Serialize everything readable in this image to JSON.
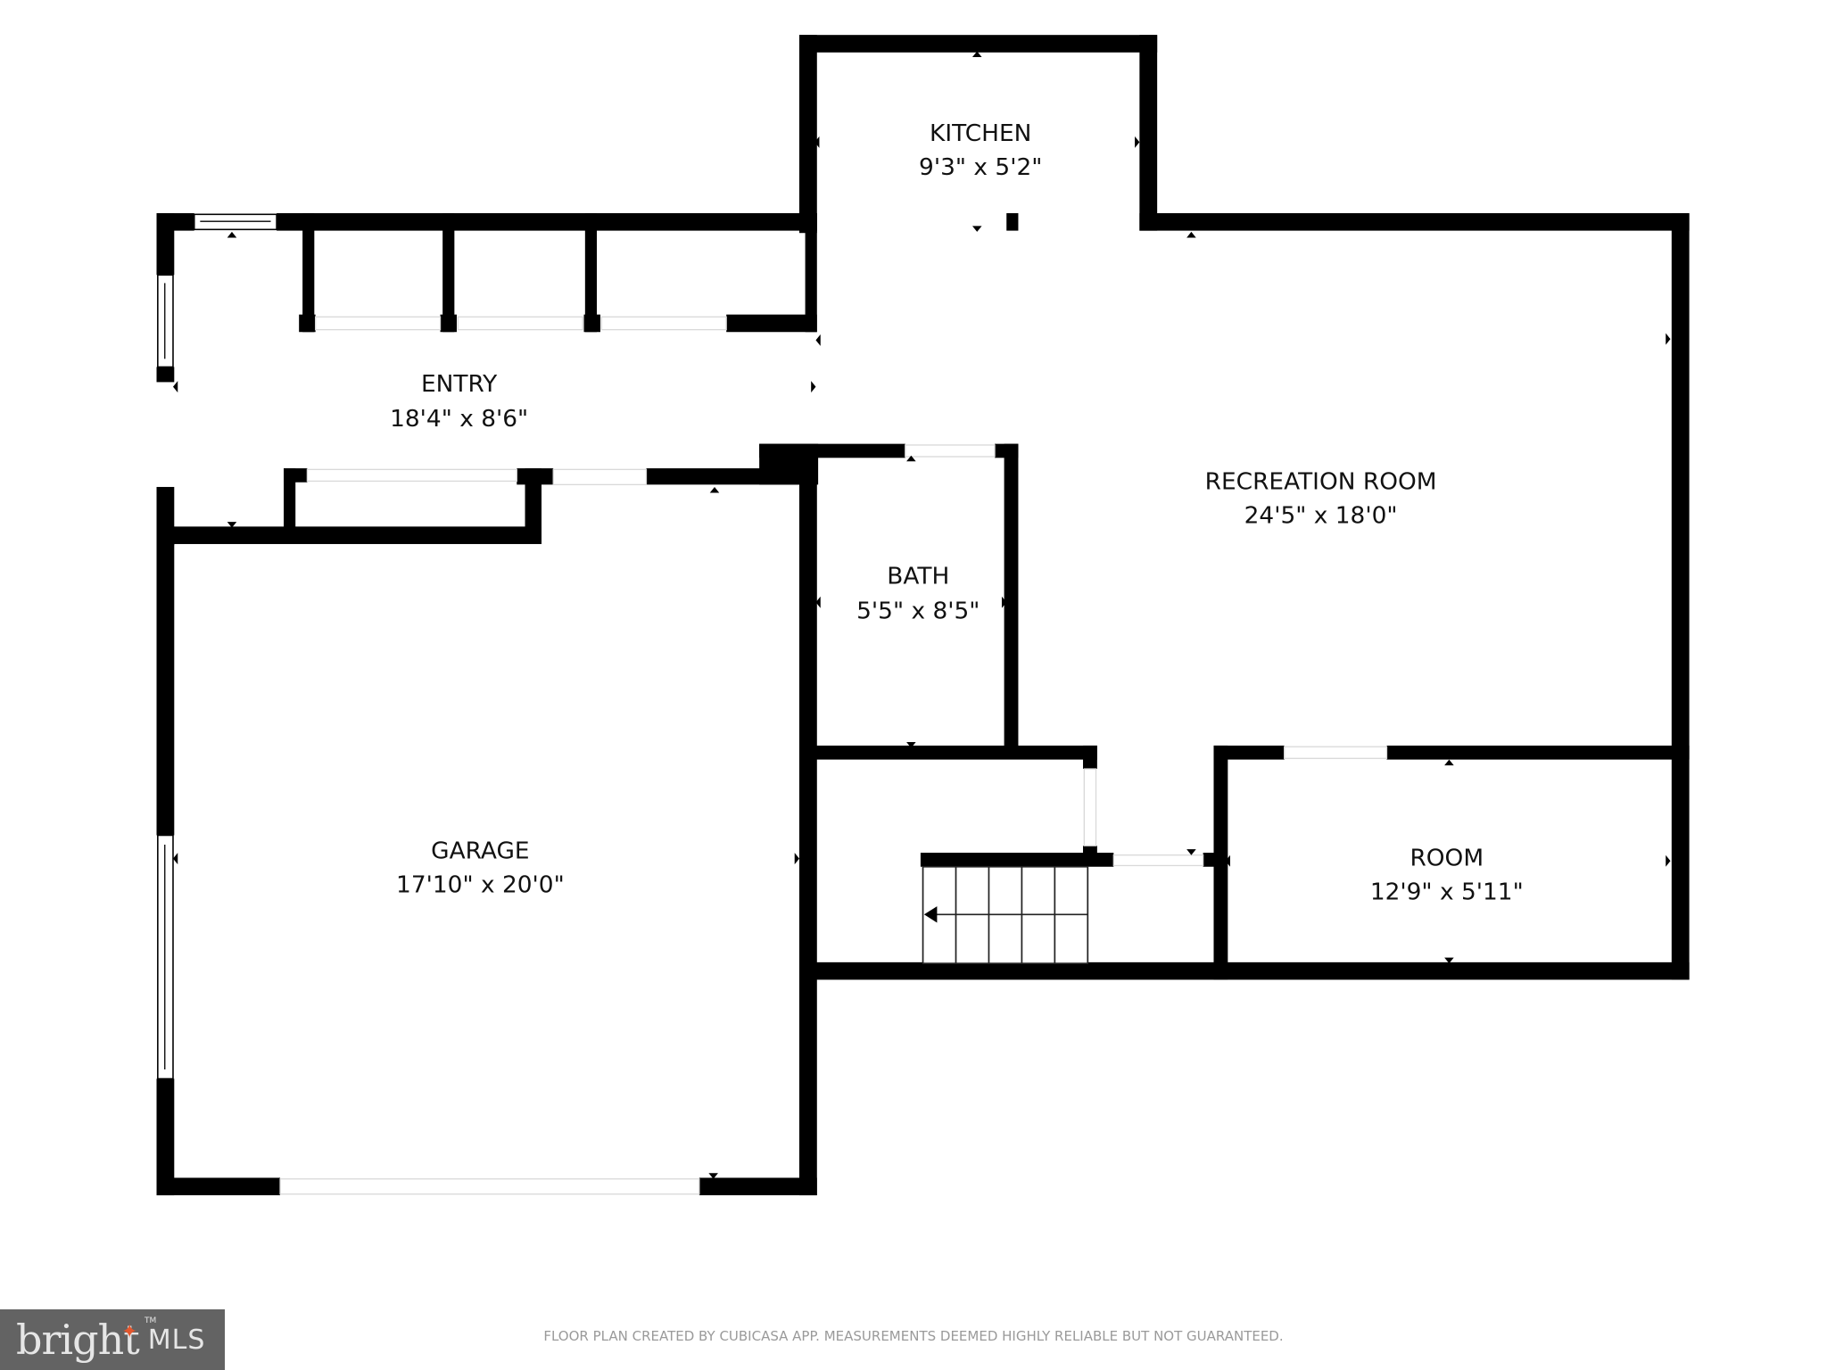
{
  "floor_plan": {
    "rooms": [
      {
        "id": "kitchen",
        "name": "KITCHEN",
        "dimensions": "9'3\" x 5'2\""
      },
      {
        "id": "entry",
        "name": "ENTRY",
        "dimensions": "18'4\" x 8'6\""
      },
      {
        "id": "recreation",
        "name": "RECREATION ROOM",
        "dimensions": "24'5\" x 18'0\""
      },
      {
        "id": "bath",
        "name": "BATH",
        "dimensions": "5'5\" x 8'5\""
      },
      {
        "id": "garage",
        "name": "GARAGE",
        "dimensions": "17'10\" x 20'0\""
      },
      {
        "id": "room",
        "name": "ROOM",
        "dimensions": "12'9\" x 5'11\""
      }
    ],
    "wall_color": "#000000",
    "background_color": "#ffffff"
  },
  "footer": {
    "disclaimer": "FLOOR PLAN CREATED BY CUBICASA APP. MEASUREMENTS DEEMED HIGHLY RELIABLE BUT NOT GUARANTEED.",
    "disclaimer_color": "#9a9a9a"
  },
  "logo": {
    "word": "bright",
    "star_glyph": "✦",
    "tm": "TM",
    "suffix": "MLS",
    "background": "#636363",
    "accent": "#e4572e"
  }
}
